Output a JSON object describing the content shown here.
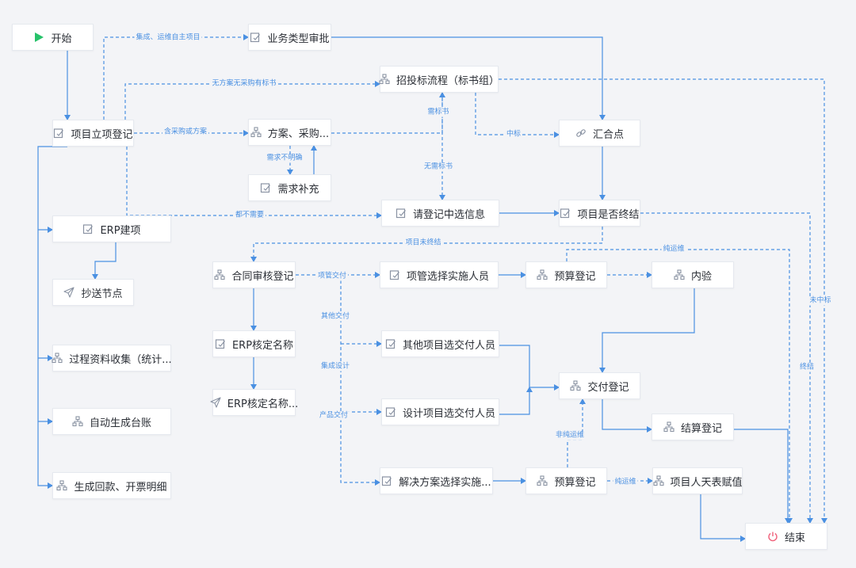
{
  "colors": {
    "edge": "#4a90e2",
    "start": "#27c26a",
    "end": "#f0607a",
    "icon": "#8a93a3"
  },
  "nodes": {
    "start": {
      "label": "开始",
      "icon": "play-icon"
    },
    "biz_approval": {
      "label": "业务类型审批",
      "icon": "edit-icon"
    },
    "bidding": {
      "label": "招投标流程（标书组）",
      "icon": "org-icon"
    },
    "project_reg": {
      "label": "项目立项登记",
      "icon": "edit-icon"
    },
    "plan_purchase": {
      "label": "方案、采购...",
      "icon": "org-icon"
    },
    "merge": {
      "label": "汇合点",
      "icon": "link-icon"
    },
    "demand_supp": {
      "label": "需求补充",
      "icon": "edit-icon"
    },
    "erp_create": {
      "label": "ERP建项",
      "icon": "edit-icon"
    },
    "register_winner": {
      "label": "请登记中选信息",
      "icon": "edit-icon"
    },
    "project_end_q": {
      "label": "项目是否终结",
      "icon": "edit-icon"
    },
    "cc_node": {
      "label": "抄送节点",
      "icon": "send-icon"
    },
    "contract_reg": {
      "label": "合同审核登记",
      "icon": "org-icon"
    },
    "pm_select": {
      "label": "项管选择实施人员",
      "icon": "edit-icon"
    },
    "budget1": {
      "label": "预算登记",
      "icon": "org-icon"
    },
    "inspection": {
      "label": "内验",
      "icon": "org-icon"
    },
    "process_collect": {
      "label": "过程资料收集（统计...",
      "icon": "org-icon"
    },
    "erp_verify": {
      "label": "ERP核定名称",
      "icon": "edit-icon"
    },
    "other_delivery": {
      "label": "其他项目选交付人员",
      "icon": "edit-icon"
    },
    "delivery_reg": {
      "label": "交付登记",
      "icon": "org-icon"
    },
    "erp_verify2": {
      "label": "ERP核定名称...",
      "icon": "send-icon"
    },
    "design_delivery": {
      "label": "设计项目选交付人员",
      "icon": "edit-icon"
    },
    "auto_ledger": {
      "label": "自动生成台账",
      "icon": "org-icon"
    },
    "settle_reg": {
      "label": "结算登记",
      "icon": "org-icon"
    },
    "solution_select": {
      "label": "解决方案选择实施...",
      "icon": "edit-icon"
    },
    "budget2": {
      "label": "预算登记",
      "icon": "org-icon"
    },
    "person_days": {
      "label": "项目人天表赋值",
      "icon": "org-icon"
    },
    "gen_payment": {
      "label": "生成回款、开票明细",
      "icon": "org-icon"
    },
    "end": {
      "label": "结束",
      "icon": "power-icon"
    }
  },
  "edge_labels": {
    "integration": "集成、运维自主项目",
    "no_plan": "无方案无采购有标书",
    "need_bid": "需标书",
    "has_plan": "含采购或方案",
    "unclear": "需求不明确",
    "no_bid": "无需标书",
    "won": "中标",
    "none_needed": "都不需要",
    "not_ended": "项目未终结",
    "pure_ops_top": "纯运维",
    "lost": "未中标",
    "pm_delivery": "项管交付",
    "other_delivery": "其他交付",
    "integrated_design": "集成设计",
    "ended": "终结",
    "product_delivery": "产品交付",
    "non_pure_ops": "非纯运维",
    "pure_ops": "纯运维"
  }
}
